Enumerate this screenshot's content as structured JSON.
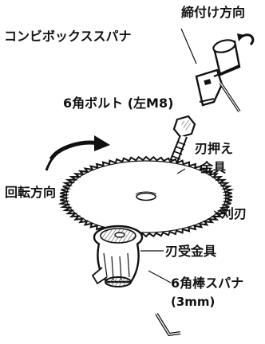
{
  "labels": {
    "tightening_direction": "締付け方向",
    "combo_box_wrench": "コンビボックススパナ",
    "hex_bolt": "6角ボルト (左M8)",
    "blade_holder_line1": "刃押え",
    "blade_holder_line2": "金具",
    "rotation_direction": "回転方向",
    "blade": "刈刃",
    "blade_receiver": "刃受金具",
    "hex_wrench_line1": "6角棒スパナ",
    "hex_wrench_line2": "(3mm)"
  },
  "colors": {
    "ink": "#111111",
    "paper": "#ffffff",
    "shade": "#9a9a9a"
  },
  "icons": {
    "tightening_arrow": "curved-arrow-icon",
    "rotation_arrow": "curved-arrow-icon"
  }
}
